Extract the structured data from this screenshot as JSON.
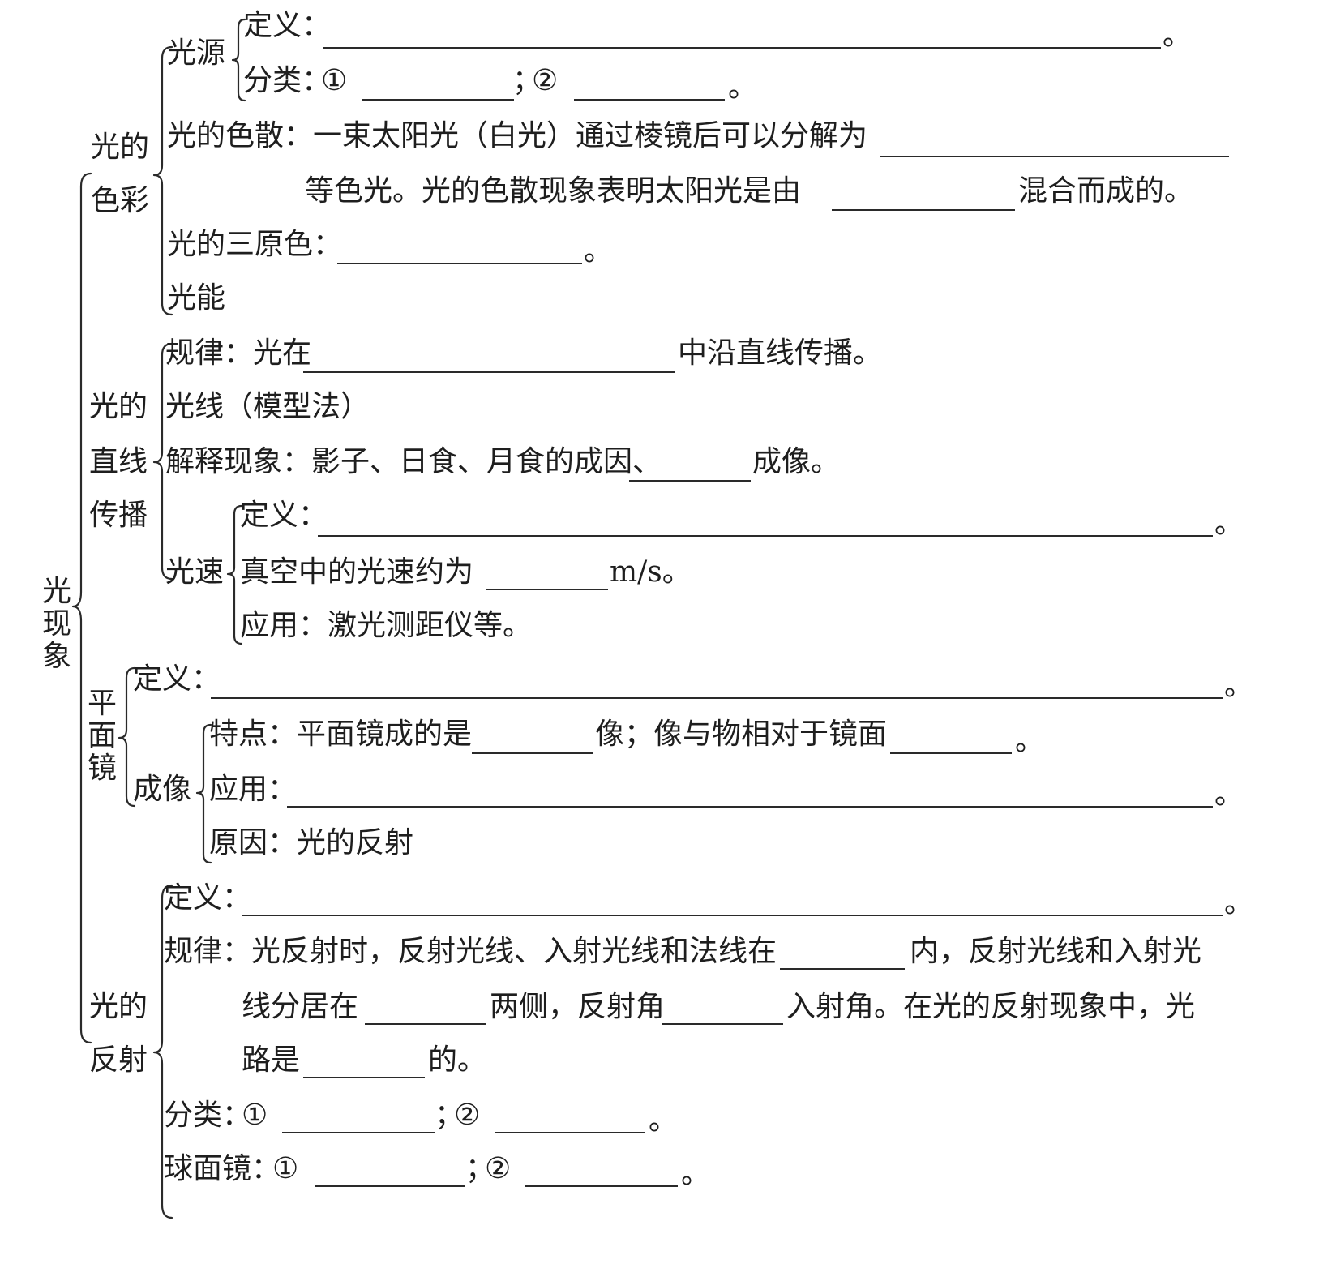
{
  "root": [
    "光",
    "现",
    "象"
  ],
  "sec1": {
    "title": [
      "光的",
      "色彩"
    ],
    "source": "光源",
    "def": "定义：",
    "cls": "分类：",
    "c1": "①",
    "c2": "②",
    "semi": "；",
    "disp_a": "光的色散：一束太阳光（白光）通过棱镜后可以分解为",
    "disp_b": "等色光。光的色散现象表明太阳光是由",
    "disp_c": "混合而成的。",
    "prim": "光的三原色：",
    "energy": "光能"
  },
  "sec2": {
    "title": [
      "光的",
      "直线",
      "传播"
    ],
    "law_a": "规律：光在",
    "law_b": "中沿直线传播。",
    "ray": "光线（模型法）",
    "expl_a": "解释现象：影子、日食、月食的成因、",
    "expl_b": "成像。",
    "speed": "光速",
    "def": "定义：",
    "vac_a": "真空中的光速约为",
    "vac_b": "m/s。",
    "app": "应用：激光测距仪等。"
  },
  "sec3": {
    "title": [
      "平",
      "面",
      "镜"
    ],
    "def": "定义：",
    "img": "成像",
    "feat_a": "特点：平面镜成的是",
    "feat_b": "像；像与物相对于镜面",
    "app": "应用：",
    "cause": "原因：光的反射"
  },
  "sec4": {
    "title": [
      "光的",
      "反射"
    ],
    "def": "定义：",
    "law_a": "规律：光反射时，反射光线、入射光线和法线在",
    "law_b": "内，反射光线和入射光",
    "law_c": "线分居在",
    "law_d": "两侧，反射角",
    "law_e": "入射角。在光的反射现象中，光",
    "law_f": "路是",
    "law_g": "的。",
    "cls": "分类：",
    "sph": "球面镜：",
    "c1": "①",
    "c2": "②",
    "semi": "；"
  },
  "period": "。"
}
